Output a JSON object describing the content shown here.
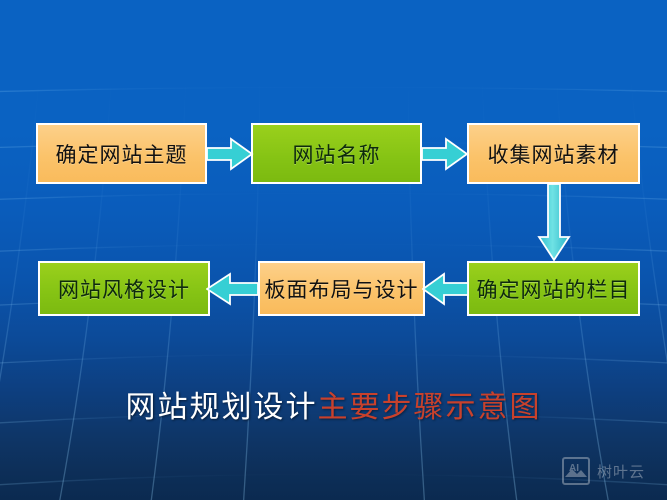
{
  "slide": {
    "background_color": "#0a62c2",
    "background_bottom_color": "#0b2a50"
  },
  "colors": {
    "orange_box": "#fbc36a",
    "green_box": "#85c314",
    "box_border": "#ffffff",
    "arrow_fill": "#36cfd4",
    "arrow_border": "#ffffff",
    "caption_white": "#ffffff",
    "caption_red": "#c8412c"
  },
  "flow": {
    "nodes": [
      {
        "id": "node-1",
        "label": "确定网站主题",
        "style": "orange"
      },
      {
        "id": "node-2",
        "label": "网站名称",
        "style": "green"
      },
      {
        "id": "node-3",
        "label": "收集网站素材",
        "style": "orange"
      },
      {
        "id": "node-4",
        "label": "确定网站的栏目",
        "style": "green"
      },
      {
        "id": "node-5",
        "label": "板面布局与设计",
        "style": "orange"
      },
      {
        "id": "node-6",
        "label": "网站风格设计",
        "style": "green"
      }
    ],
    "arrows": [
      {
        "id": "arrow-1",
        "from": "node-1",
        "to": "node-2",
        "direction": "right"
      },
      {
        "id": "arrow-2",
        "from": "node-2",
        "to": "node-3",
        "direction": "right"
      },
      {
        "id": "arrow-3",
        "from": "node-3",
        "to": "node-4",
        "direction": "down"
      },
      {
        "id": "arrow-4",
        "from": "node-4",
        "to": "node-5",
        "direction": "left"
      },
      {
        "id": "arrow-5",
        "from": "node-5",
        "to": "node-6",
        "direction": "left"
      }
    ]
  },
  "caption": {
    "white_text": "网站规划设计",
    "red_text": "主要步骤示意图"
  },
  "watermark": {
    "icon": "image-ai-icon",
    "icon_text": "AI",
    "label": "树叶云"
  }
}
